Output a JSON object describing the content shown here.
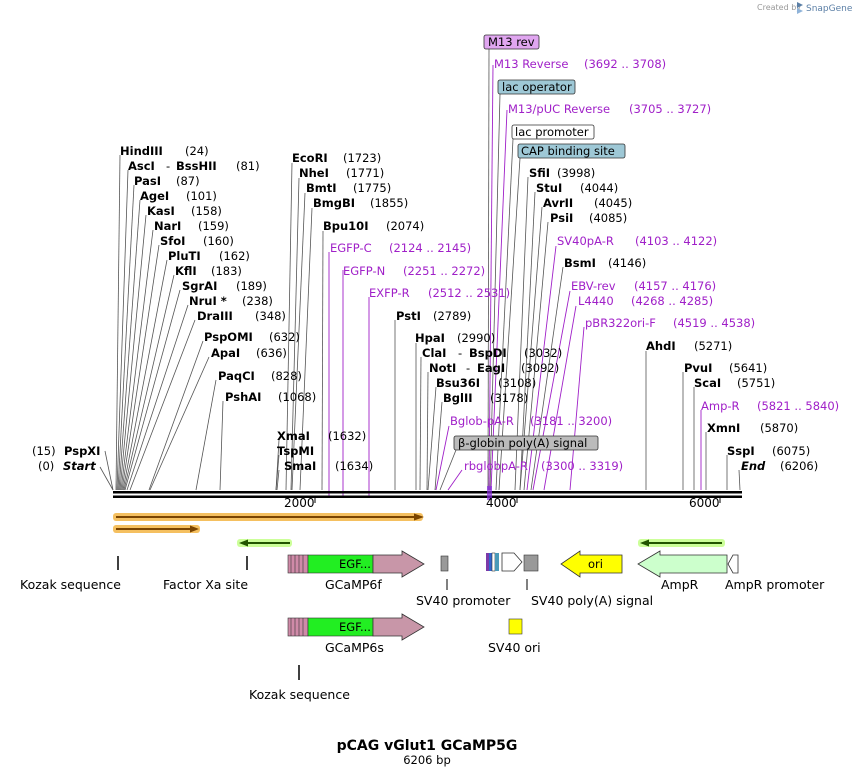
{
  "credit": {
    "created_by": "Created by",
    "brand": "SnapGene"
  },
  "map": {
    "title": "pCAG vGlut1 GCaMP5G",
    "length_label": "6206 bp"
  },
  "axis_ticks": [
    "2000",
    "4000",
    "6000"
  ],
  "colors": {
    "enzyme": "#000000",
    "primer": "#a020c8",
    "egfp": "#22ee22",
    "arrow_pink": "#c896a8",
    "ori": "#ffff00",
    "ampr": "#ccffcc",
    "sv40_box": "#999999",
    "orange_bar": "#f5c060"
  },
  "left_sites": [
    {
      "name": "HindIII",
      "pos": "(24)"
    },
    {
      "name": "AscI",
      "sep": "-",
      "name2": "BssHII",
      "pos": "(81)"
    },
    {
      "name": "PasI",
      "pos": "(87)"
    },
    {
      "name": "AgeI",
      "pos": "(101)"
    },
    {
      "name": "KasI",
      "pos": "(158)"
    },
    {
      "name": "NarI",
      "pos": "(159)"
    },
    {
      "name": "SfoI",
      "pos": "(160)"
    },
    {
      "name": "PluTI",
      "pos": "(162)"
    },
    {
      "name": "KflI",
      "pos": "(183)"
    },
    {
      "name": "SgrAI",
      "pos": "(189)"
    },
    {
      "name": "NruI *",
      "pos": "(238)"
    },
    {
      "name": "DraIII",
      "pos": "(348)"
    },
    {
      "name": "PspOMI",
      "pos": "(632)"
    },
    {
      "name": "ApaI",
      "pos": "(636)"
    },
    {
      "name": "PaqCI",
      "pos": "(828)"
    },
    {
      "name": "PshAI",
      "pos": "(1068)"
    },
    {
      "name": "XmaI",
      "pos": "(1632)"
    },
    {
      "name": "TspMI",
      "pos": ""
    },
    {
      "name": "SmaI",
      "pos": "(1634)"
    }
  ],
  "start_end": [
    {
      "pos": "(15)",
      "name": "PspXI"
    },
    {
      "pos": "(0)",
      "name": "Start"
    },
    {
      "name": "End",
      "pos": "(6206)"
    }
  ],
  "middle_sites": [
    {
      "name": "EcoRI",
      "pos": "(1723)"
    },
    {
      "name": "NheI",
      "pos": "(1771)"
    },
    {
      "name": "BmtI",
      "pos": "(1775)"
    },
    {
      "name": "BmgBI",
      "pos": "(1855)"
    },
    {
      "name": "Bpu10I",
      "pos": "(2074)"
    },
    {
      "name": "PstI",
      "pos": "(2789)"
    },
    {
      "name": "HpaI",
      "pos": "(2990)"
    },
    {
      "name": "ClaI",
      "sep": "-",
      "name2": "BspDI",
      "pos": "(3032)"
    },
    {
      "name": "NotI",
      "sep": "-",
      "name2": "EagI",
      "pos": "(3092)"
    },
    {
      "name": "Bsu36I",
      "pos": "(3108)"
    },
    {
      "name": "BglII",
      "pos": "(3178)"
    }
  ],
  "right_sites": [
    {
      "name": "SfiI",
      "pos": "(3998)"
    },
    {
      "name": "StuI",
      "pos": "(4044)"
    },
    {
      "name": "AvrII",
      "pos": "(4045)"
    },
    {
      "name": "PsiI",
      "pos": "(4085)"
    },
    {
      "name": "BsmI",
      "pos": "(4146)"
    },
    {
      "name": "AhdI",
      "pos": "(5271)"
    },
    {
      "name": "PvuI",
      "pos": "(5641)"
    },
    {
      "name": "ScaI",
      "pos": "(5751)"
    },
    {
      "name": "XmnI",
      "pos": "(5870)"
    },
    {
      "name": "SspI",
      "pos": "(6075)"
    }
  ],
  "primers": [
    {
      "name": "M13 Reverse",
      "range": "(3692 .. 3708)"
    },
    {
      "name": "M13/pUC Reverse",
      "range": "(3705 .. 3727)"
    },
    {
      "name": "EGFP-C",
      "range": "(2124 .. 2145)"
    },
    {
      "name": "EGFP-N",
      "range": "(2251 .. 2272)"
    },
    {
      "name": "EXFP-R",
      "range": "(2512 .. 2531)"
    },
    {
      "name": "SV40pA-R",
      "range": "(4103 .. 4122)"
    },
    {
      "name": "EBV-rev",
      "range": "(4157 .. 4176)"
    },
    {
      "name": "L4440",
      "range": "(4268 .. 4285)"
    },
    {
      "name": "pBR322ori-F",
      "range": "(4519 .. 4538)"
    },
    {
      "name": "Bglob-pA-R",
      "range": "(3181 .. 3200)"
    },
    {
      "name": "rbglobpA-R",
      "range": "(3300 .. 3319)"
    },
    {
      "name": "Amp-R",
      "range": "(5821 .. 5840)"
    }
  ],
  "boxed_features": [
    {
      "name": "M13 rev"
    },
    {
      "name": "lac operator"
    },
    {
      "name": "lac promoter"
    },
    {
      "name": "CAP binding site"
    },
    {
      "name": "β-globin poly(A) signal"
    }
  ],
  "features": {
    "kozak1": "Kozak sequence",
    "factor_xa": "Factor Xa site",
    "gcamp6f": "GCaMP6f",
    "egfp_short": "EGF...",
    "sv40_promoter": "SV40 promoter",
    "sv40_polya": "SV40 poly(A) signal",
    "ori": "ori",
    "ampr": "AmpR",
    "ampr_promoter": "AmpR promoter",
    "gcamp6s": "GCaMP6s",
    "sv40_ori": "SV40 ori",
    "kozak2": "Kozak sequence"
  }
}
